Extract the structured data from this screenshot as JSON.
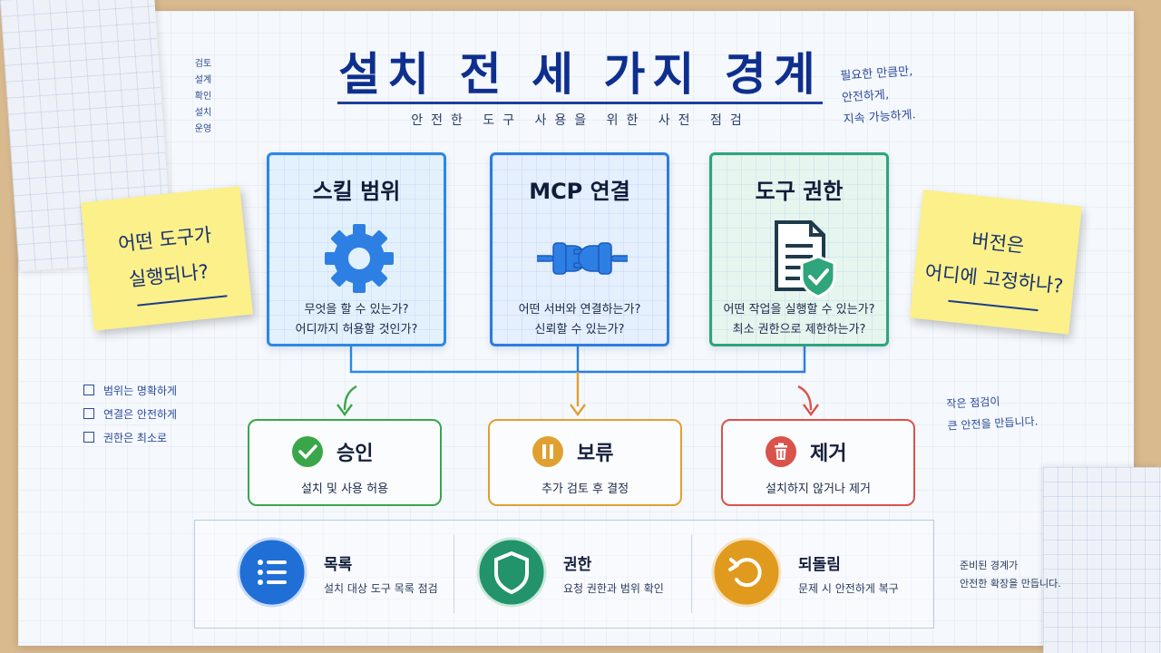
{
  "title": "설치 전 세 가지 경계",
  "subtitle": "안전한 도구 사용을 위한 사전 점검",
  "side_list": [
    "검토",
    "설계",
    "확인",
    "설치",
    "운영"
  ],
  "note_top_right": [
    "필요한 만큼만,",
    "안전하게,",
    "지속 가능하게."
  ],
  "cards": [
    {
      "title": "스킬 범위",
      "icon": "gear-icon",
      "lines": [
        "무엇을 할 수 있는가?",
        "어디까지 허용할 것인가?"
      ]
    },
    {
      "title": "MCP 연결",
      "icon": "plug-icon",
      "lines": [
        "어떤 서버와 연결하는가?",
        "신뢰할 수 있는가?"
      ]
    },
    {
      "title": "도구 권한",
      "icon": "document-shield-icon",
      "lines": [
        "어떤 작업을 실행할 수 있는가?",
        "최소 권한으로 제한하는가?"
      ]
    }
  ],
  "sticky_left": [
    "어떤 도구가",
    "실행되나?"
  ],
  "sticky_right": [
    "버전은",
    "어디에 고정하나?"
  ],
  "checklist": [
    "범위는 명확하게",
    "연결은 안전하게",
    "권한은 최소로"
  ],
  "note_right": [
    "작은 점검이",
    "큰 안전을 만듭니다."
  ],
  "decisions": [
    {
      "label": "승인",
      "desc": "설치 및 사용 허용",
      "icon": "check-circle-icon",
      "color": "#3aa64a"
    },
    {
      "label": "보류",
      "desc": "추가 검토 후 결정",
      "icon": "pause-circle-icon",
      "color": "#e0a030"
    },
    {
      "label": "제거",
      "desc": "설치하지 않거나 제거",
      "icon": "trash-circle-icon",
      "color": "#d9534a"
    }
  ],
  "features": [
    {
      "label": "목록",
      "desc": "설치 대상 도구 목록 점검",
      "icon": "list-icon",
      "color": "#1f6fd6"
    },
    {
      "label": "권한",
      "desc": "요청 권한과 범위 확인",
      "icon": "shield-icon",
      "color": "#22936b"
    },
    {
      "label": "되돌림",
      "desc": "문제 시 안전하게 복구",
      "icon": "undo-icon",
      "color": "#e09a1e"
    }
  ],
  "note_bottom_right": [
    "준비된 경계가",
    "안전한 확장을 만듭니다."
  ],
  "colors": {
    "title": "#0f2f8e",
    "card_blue": "#2b89e0",
    "card_green": "#2ea57a",
    "approve": "#3aa64a",
    "hold": "#e0a030",
    "remove": "#d9534a"
  }
}
